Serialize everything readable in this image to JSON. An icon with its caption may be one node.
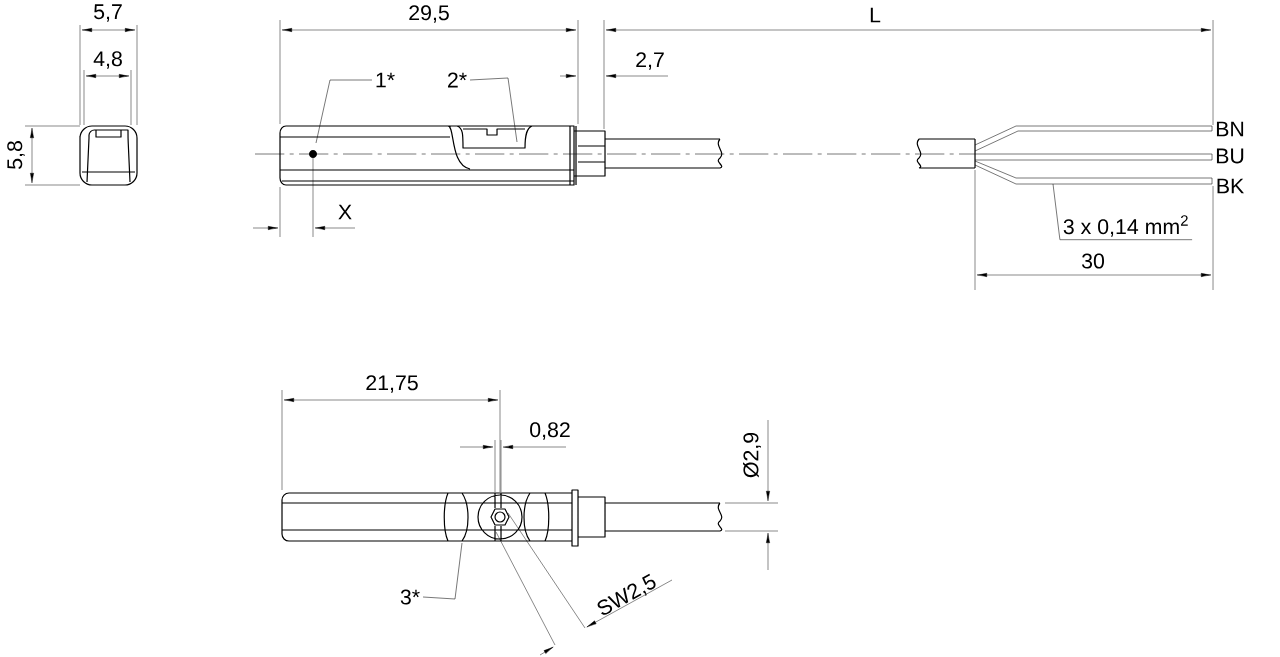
{
  "diagram": {
    "nodes": [
      {
        "text": [
          "1*"
        ]
      },
      {
        "text": [
          "2*"
        ]
      },
      {
        "text": [
          "3*"
        ]
      },
      {
        "text": [
          "3 x 0,14 mm$^{2}$"
        ]
      }
    ],
    "edges": [
      {
        "from": 0,
        "to": null,
        "arrow": "none"
      },
      {
        "from": 1,
        "to": null,
        "arrow": "none"
      },
      {
        "from": 2,
        "to": null,
        "arrow": "none"
      },
      {
        "from": 3,
        "to": null,
        "arrow": "none"
      }
    ],
    "labels": [
      "5,7",
      "4,8",
      "5,8",
      "29,5",
      "L",
      "2,7",
      "X",
      "BN",
      "BU",
      "BK",
      "30",
      "21,75",
      "0,82",
      "Ø2,9",
      "SW2,5"
    ]
  }
}
